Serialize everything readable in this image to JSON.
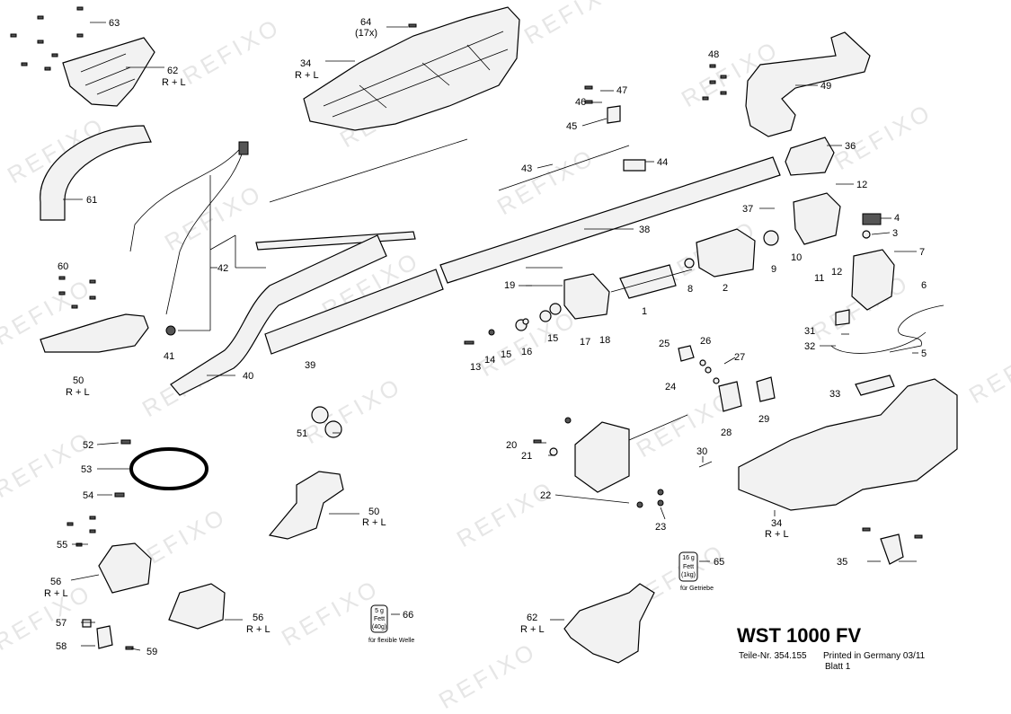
{
  "watermark": "REFIXO",
  "title_block": {
    "model": "WST 1000 FV",
    "part_no": "Teile-Nr. 354.155",
    "printed": "Printed in Germany 03/11",
    "sheet": "Blatt 1"
  },
  "grease": {
    "g65_top": "16 g",
    "g65_mid": "Fett",
    "g65_bot": "(1kg)",
    "g65_note": "für Getriebe",
    "g66_top": "5 g",
    "g66_mid": "Fett",
    "g66_bot": "(40g)",
    "g66_note": "für flexible Welle"
  },
  "callouts": {
    "c63": "63",
    "c64": "64",
    "c64b": "(17x)",
    "c34a": "34",
    "c34a_rl": "R + L",
    "c62a": "62",
    "c62a_rl": "R + L",
    "c48": "48",
    "c49": "49",
    "c47": "47",
    "c46": "46",
    "c45": "45",
    "c36": "36",
    "c61": "61",
    "c43": "43",
    "c44": "44",
    "c12a": "12",
    "c37": "37",
    "c4": "4",
    "c3": "3",
    "c7": "7",
    "c38": "38",
    "c10": "10",
    "c42": "42",
    "c9": "9",
    "c11": "11",
    "c12b": "12",
    "c60": "60",
    "c19": "19",
    "c8": "8",
    "c2": "2",
    "c6": "6",
    "c1": "1",
    "c18": "18",
    "c17": "17",
    "c15": "15",
    "c16": "16",
    "c14": "14",
    "c13": "13",
    "c31": "31",
    "c32": "32",
    "c5": "5",
    "c41": "41",
    "c50a": "50",
    "c50a_rl": "R + L",
    "c39": "39",
    "c25": "25",
    "c26": "26",
    "c27": "27",
    "c24": "24",
    "c33": "33",
    "c40": "40",
    "c29": "29",
    "c28": "28",
    "c51": "51",
    "c20": "20",
    "c21": "21",
    "c52": "52",
    "c53": "53",
    "c54": "54",
    "c22": "22",
    "c30": "30",
    "c50b": "50",
    "c50b_rl": "R + L",
    "c23": "23",
    "c34b": "34",
    "c34b_rl": "R + L",
    "c55": "55",
    "c56a": "56",
    "c56a_rl": "R + L",
    "c35": "35",
    "c65": "65",
    "c56b": "56",
    "c56b_rl": "R + L",
    "c66": "66",
    "c57": "57",
    "c62b": "62",
    "c62b_rl": "R + L",
    "c58": "58",
    "c59": "59"
  }
}
